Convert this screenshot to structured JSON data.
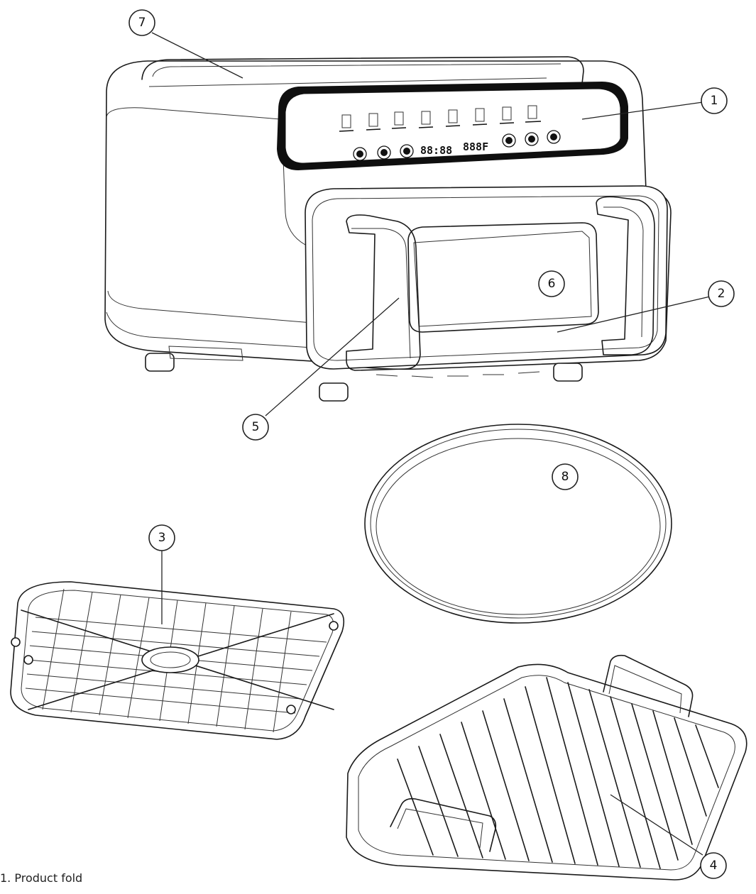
{
  "diagram": {
    "callouts": [
      {
        "id": "1",
        "label": "1"
      },
      {
        "id": "2",
        "label": "2"
      },
      {
        "id": "3",
        "label": "3"
      },
      {
        "id": "4",
        "label": "4"
      },
      {
        "id": "5",
        "label": "5"
      },
      {
        "id": "6",
        "label": "6"
      },
      {
        "id": "7",
        "label": "7"
      },
      {
        "id": "8",
        "label": "8"
      }
    ],
    "display": {
      "time": "88:88",
      "temp": "888F"
    },
    "footer_text": "1. Product fold"
  }
}
